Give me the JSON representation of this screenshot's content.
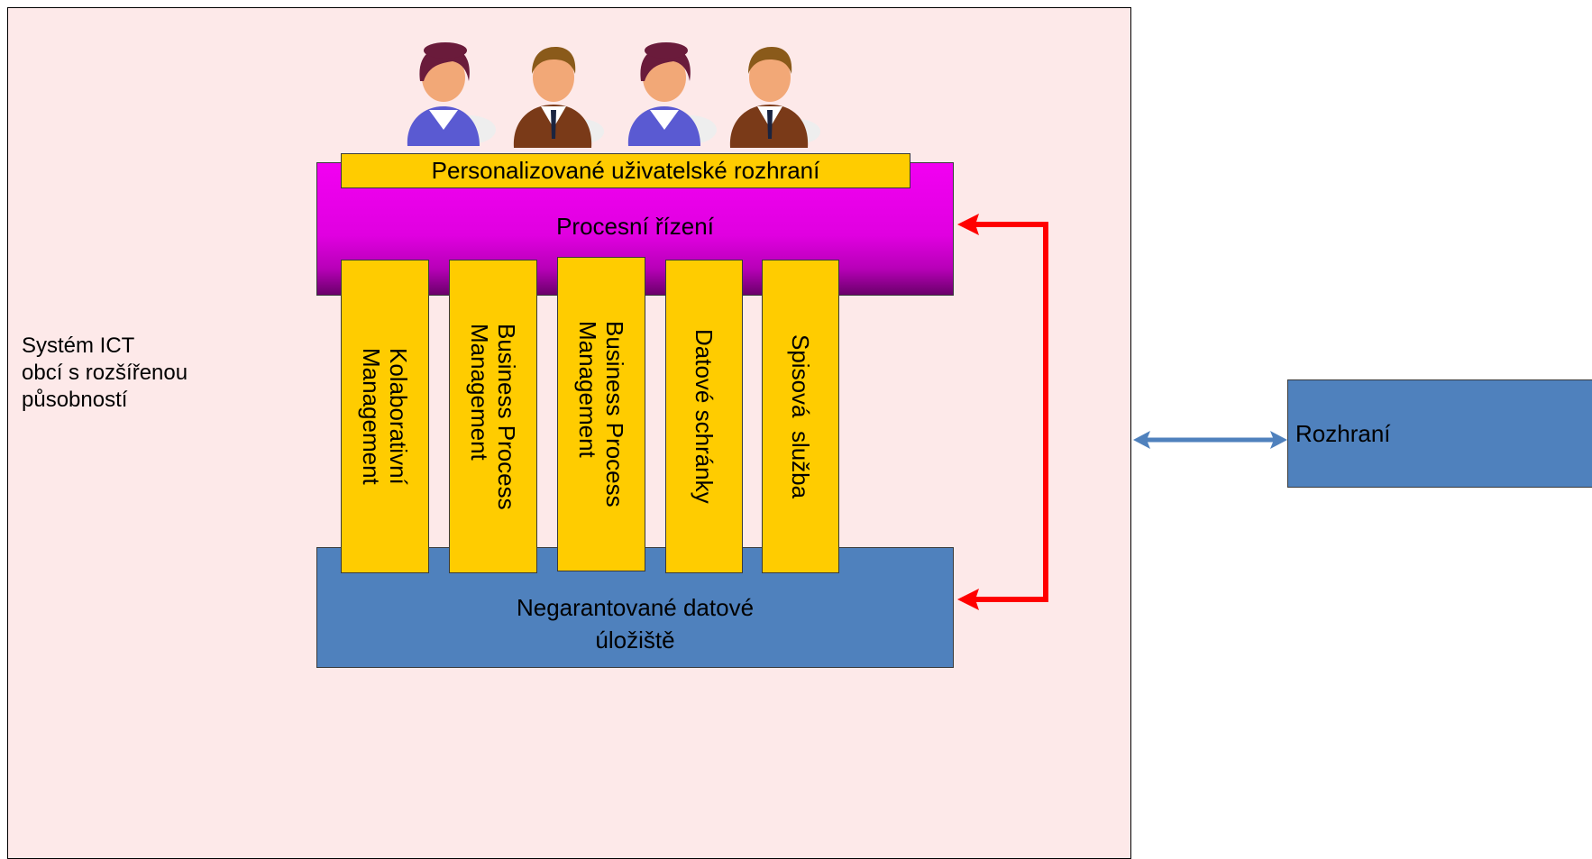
{
  "system_label": {
    "line1": "Systém ICT",
    "line2": "obcí s rozšířenou",
    "line3": "působností"
  },
  "users": [
    {
      "icon": "female-user-icon"
    },
    {
      "icon": "male-user-icon"
    },
    {
      "icon": "female-user-icon"
    },
    {
      "icon": "male-user-icon"
    }
  ],
  "ui_layer": {
    "label": "Personalizované uživatelské rozhraní",
    "color": "#ffcc00"
  },
  "process_layer": {
    "label": "Procesní řízení",
    "color": "#e000e0"
  },
  "modules": [
    {
      "line1": "Kolaborativní",
      "line2": "Management"
    },
    {
      "line1": "Business Process",
      "line2": "Management"
    },
    {
      "line1": "Business Process",
      "line2": "Management"
    },
    {
      "line1": "Datové schránky",
      "line2": ""
    },
    {
      "line1": "Spisová  služba",
      "line2": ""
    }
  ],
  "storage_layer": {
    "line1": "Negarantované datové",
    "line2": "úložiště",
    "color": "#4f81bd"
  },
  "interface": {
    "label": "Rozhraní"
  },
  "colors": {
    "background": "#fde9e9",
    "module": "#ffcc00",
    "feedback_arrow": "#ff0000",
    "link_arrow": "#4f81bd"
  }
}
